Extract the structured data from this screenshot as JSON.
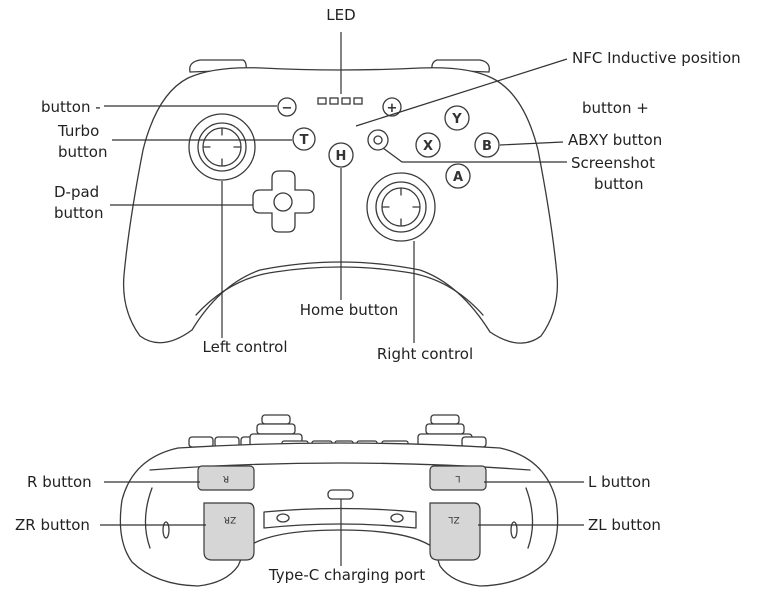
{
  "top_view": {
    "labels": {
      "led": "LED",
      "nfc": "NFC Inductive position",
      "minus": "button -",
      "plus": "button +",
      "turbo_line1": "Turbo",
      "turbo_line2": "button",
      "abxy": "ABXY button",
      "screenshot_line1": "Screenshot",
      "screenshot_line2": "button",
      "dpad_line1": "D-pad",
      "dpad_line2": "button",
      "home": "Home button",
      "left_control": "Left control",
      "right_control": "Right control"
    },
    "glyphs": {
      "turbo": "T",
      "home": "H",
      "x": "X",
      "y": "Y",
      "a": "A",
      "b": "B",
      "minus": "−",
      "plus": "+"
    }
  },
  "back_view": {
    "labels": {
      "r_button": "R button",
      "l_button": "L button",
      "zr_button": "ZR button",
      "zl_button": "ZL button",
      "typec": "Type-C charging port"
    },
    "glyphs": {
      "r": "R",
      "l": "L",
      "zr": "ZR",
      "zl": "ZL"
    }
  }
}
